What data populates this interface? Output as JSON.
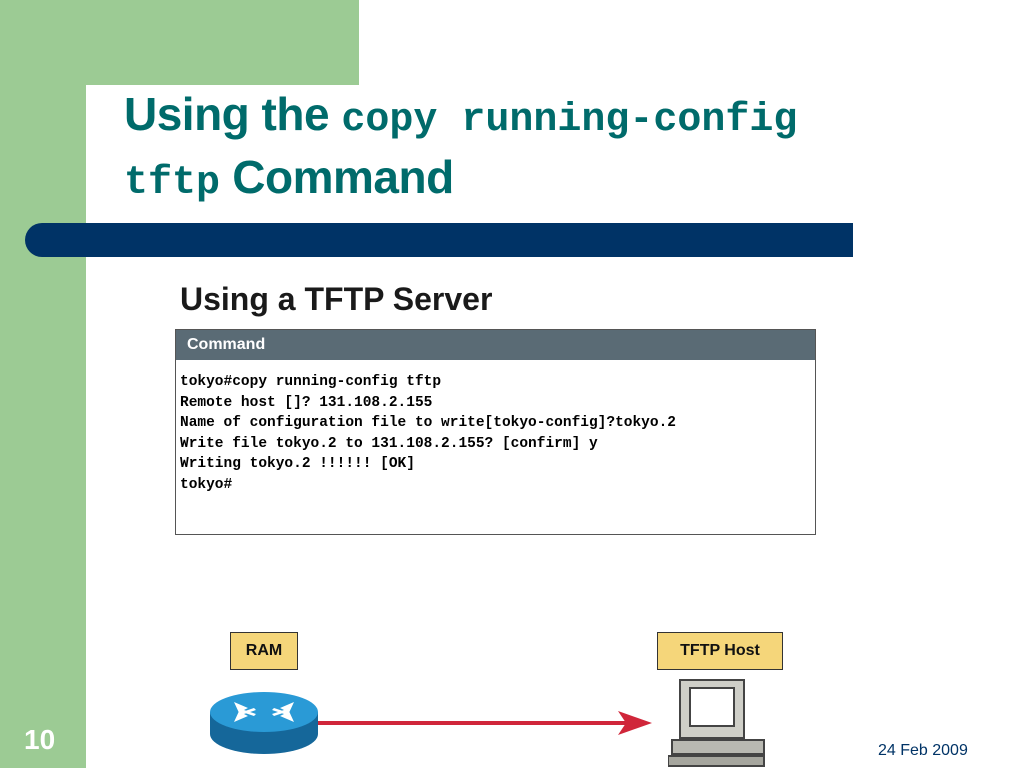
{
  "slide": {
    "title_prefix": "Using the ",
    "title_code": "copy running-config tftp",
    "title_suffix": " Command",
    "number": "10",
    "date": "24 Feb 2009"
  },
  "figure": {
    "heading": "Using a TFTP Server",
    "command_header": "Command",
    "command_lines": [
      "tokyo#copy running-config tftp",
      "Remote host []? 131.108.2.155",
      "Name of configuration file to write[tokyo-config]?tokyo.2",
      "Write file tokyo.2 to 131.108.2.155? [confirm] y",
      "Writing tokyo.2 !!!!!! [OK]",
      "tokyo#"
    ],
    "ram_label": "RAM",
    "tftp_label": "TFTP Host"
  },
  "colors": {
    "green": "#9ccb94",
    "title": "#006b6b",
    "bar": "#003366",
    "label_box": "#f5d67a",
    "arrow": "#d0263a",
    "router": "#1e8fc8"
  },
  "icons": {
    "router": "router-icon",
    "arrow": "arrow-right-icon",
    "pc": "computer-icon"
  }
}
